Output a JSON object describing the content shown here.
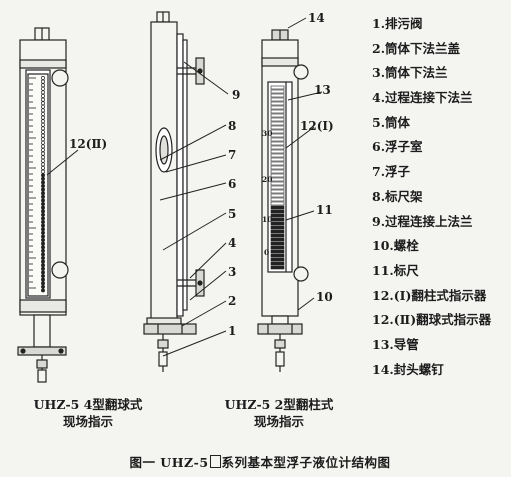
{
  "legend": [
    "1.排污阀",
    "2.筒体下法兰盖",
    "3.筒体下法兰",
    "4.过程连接下法兰",
    "5.筒体",
    "6.浮子室",
    "7.浮子",
    "8.标尺架",
    "9.过程连接上法兰",
    "10.螺栓",
    "11.标尺",
    "12.(Ⅰ)翻柱式指示器",
    "12.(Ⅱ)翻球式指示器",
    "13.导管",
    "14.封头螺钉"
  ],
  "callouts": {
    "c1": "1",
    "c2": "2",
    "c3": "3",
    "c4": "4",
    "c5": "5",
    "c6": "6",
    "c7": "7",
    "c8": "8",
    "c9": "9",
    "c10": "10",
    "c11": "11",
    "c12a": "12(Ⅰ)",
    "c12b": "12(Ⅱ)",
    "c13": "13",
    "c14": "14"
  },
  "scale_labels": {
    "s30": "30",
    "s20": "20",
    "s10": "10",
    "s0": "0"
  },
  "captions": {
    "left_line1": "UHZ-5 4型翻球式",
    "left_line2": "现场指示",
    "mid_line1": "UHZ-5 2型翻柱式",
    "mid_line2": "现场指示",
    "figure_prefix": "图一  UHZ-5",
    "figure_suffix": "系列基本型浮子液位计结构图"
  },
  "colors": {
    "ink": "#222222",
    "paper": "#f4f4f1"
  }
}
